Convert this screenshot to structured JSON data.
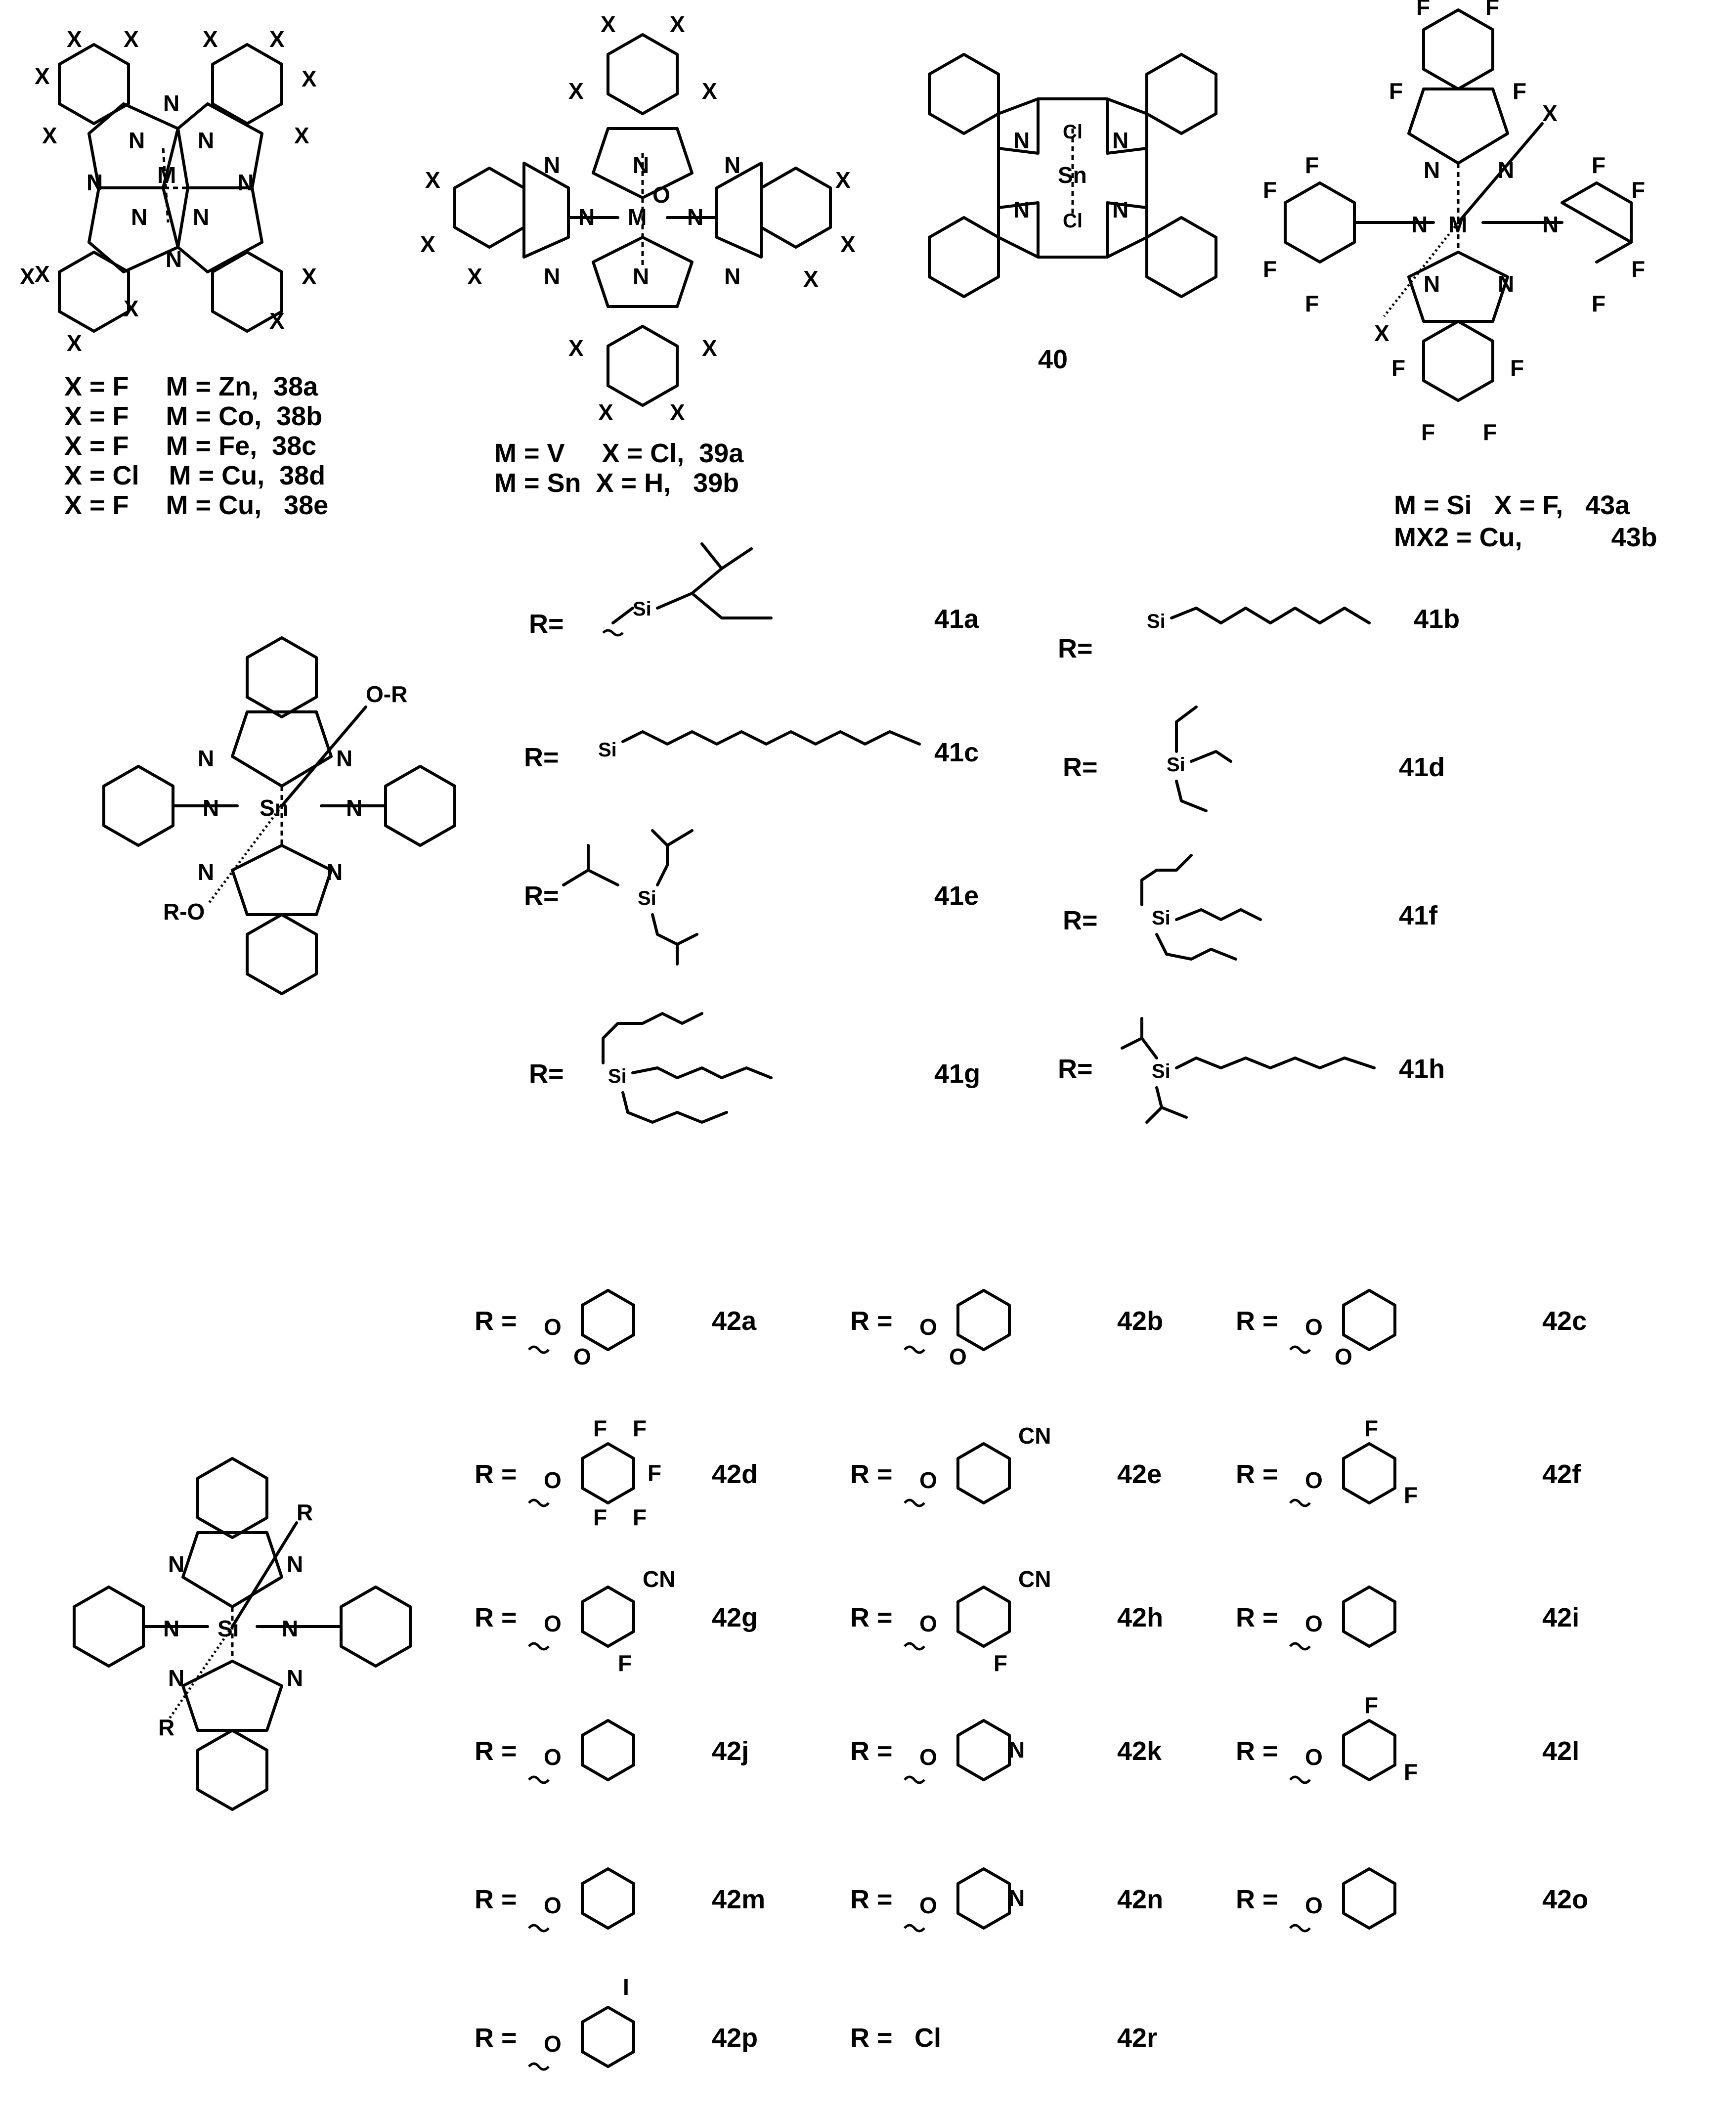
{
  "s38": {
    "sub_x": "X",
    "atom_n": "N",
    "metal": "M",
    "lines": [
      "X = F     M = Zn,  38a",
      "X = F     M = Co,  38b",
      "X = F     M = Fe,  38c",
      "X = Cl    M = Cu,  38d",
      "X = F     M = Cu,   38e"
    ]
  },
  "s39": {
    "sub_x": "X",
    "atom_n": "N",
    "metal": "M",
    "oxo": "O",
    "lines": [
      "M = V     X = Cl,  39a",
      "M = Sn  X = H,   39b"
    ]
  },
  "s40": {
    "label": "40",
    "atom_n": "N",
    "metal": "Sn",
    "cl": "Cl"
  },
  "s43": {
    "sub_f": "F",
    "atom_n": "N",
    "metal": "M",
    "axial": "X",
    "lines": [
      "M = Si   X = F,   43a",
      "MX2 = Cu,            43b"
    ]
  },
  "s41": {
    "metal": "Sn",
    "atom_n": "N",
    "axial_top": "O-R",
    "axial_bottom": "R-O",
    "rprefix": "R=",
    "si": "Si",
    "codes": [
      "41a",
      "41b",
      "41c",
      "41d",
      "41e",
      "41f",
      "41g",
      "41h"
    ]
  },
  "s42": {
    "metal": "Si",
    "atom_n": "N",
    "axial": "R",
    "rprefix": "R =",
    "o": "O",
    "f": "F",
    "cn": "CN",
    "i": "I",
    "py_n": "N",
    "cl": "Cl",
    "codes": [
      "42a",
      "42b",
      "42c",
      "42d",
      "42e",
      "42f",
      "42g",
      "42h",
      "42i",
      "42j",
      "42k",
      "42l",
      "42m",
      "42n",
      "42o",
      "42p",
      "42r"
    ]
  }
}
